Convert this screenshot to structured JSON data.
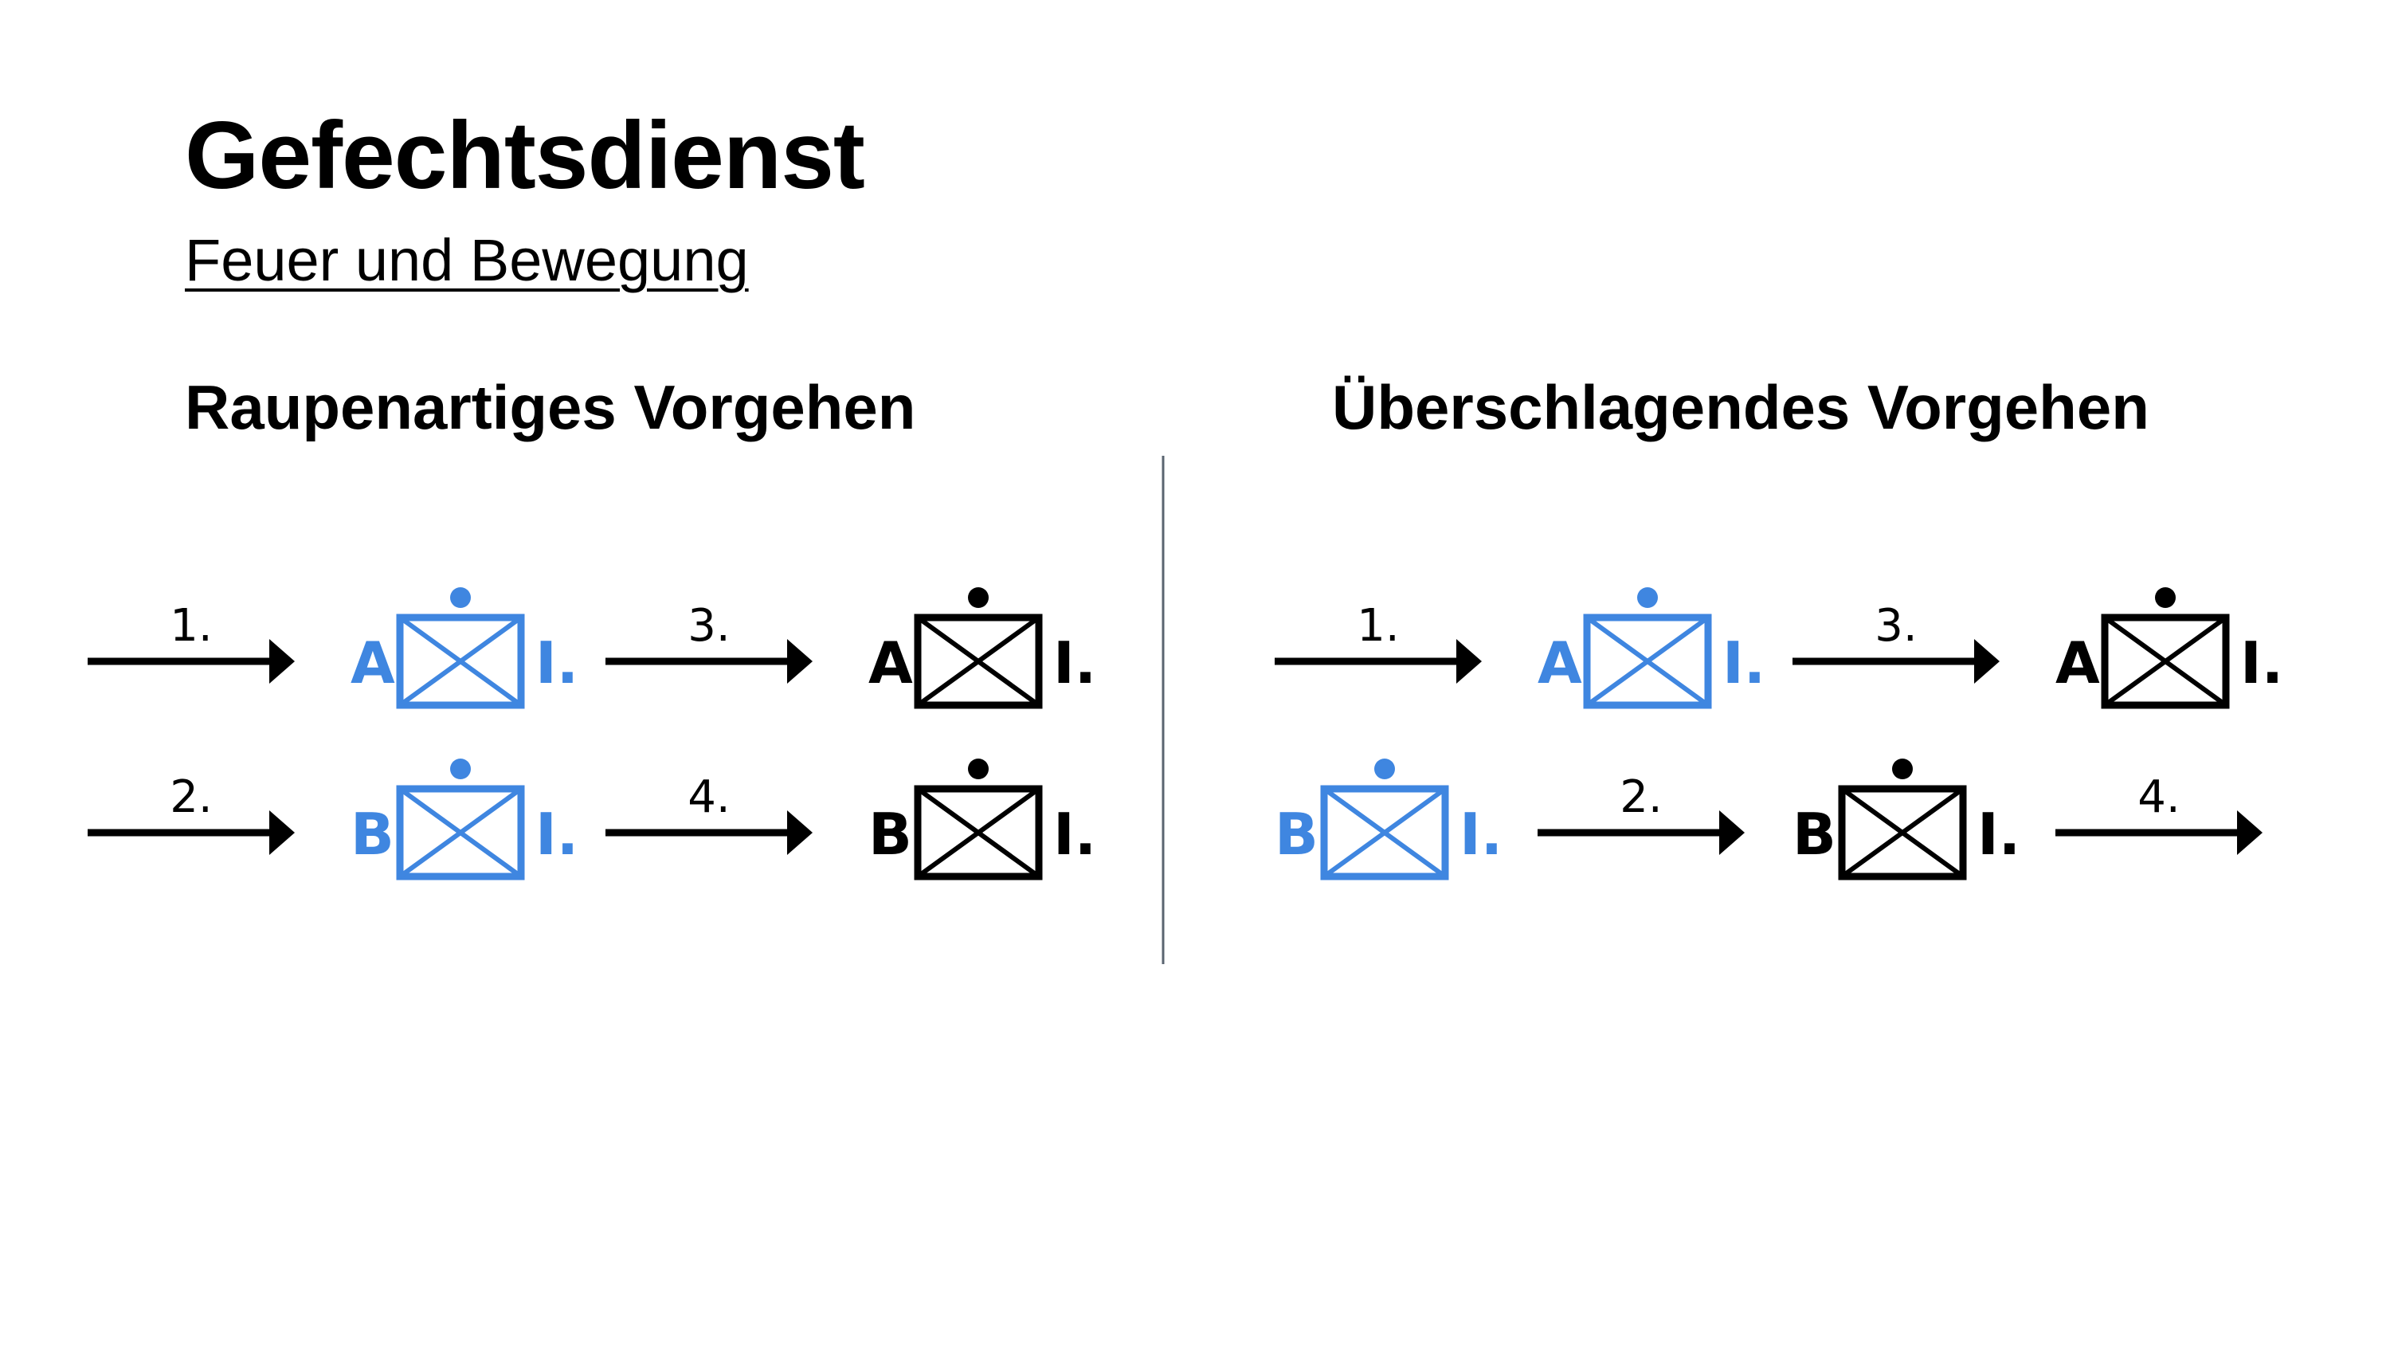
{
  "header": {
    "title": "Gefechtsdienst",
    "subtitle": "Feuer und Bewegung"
  },
  "sections": [
    {
      "heading": "Raupenartiges Vorgehen",
      "rows": [
        [
          {
            "kind": "arrow",
            "step": "1."
          },
          {
            "kind": "unit",
            "letter": "A",
            "echelon": "I.",
            "color": "blue"
          },
          {
            "kind": "arrow",
            "step": "3."
          },
          {
            "kind": "unit",
            "letter": "A",
            "echelon": "I.",
            "color": "black"
          }
        ],
        [
          {
            "kind": "arrow",
            "step": "2."
          },
          {
            "kind": "unit",
            "letter": "B",
            "echelon": "I.",
            "color": "blue"
          },
          {
            "kind": "arrow",
            "step": "4."
          },
          {
            "kind": "unit",
            "letter": "B",
            "echelon": "I.",
            "color": "black"
          }
        ]
      ]
    },
    {
      "heading": "Überschlagendes Vorgehen",
      "rows": [
        [
          {
            "kind": "arrow",
            "step": "1."
          },
          {
            "kind": "unit",
            "letter": "A",
            "echelon": "I.",
            "color": "blue"
          },
          {
            "kind": "arrow",
            "step": "3."
          },
          {
            "kind": "unit",
            "letter": "A",
            "echelon": "I.",
            "color": "black"
          }
        ],
        [
          {
            "kind": "unit",
            "letter": "B",
            "echelon": "I.",
            "color": "blue"
          },
          {
            "kind": "arrow",
            "step": "2."
          },
          {
            "kind": "unit",
            "letter": "B",
            "echelon": "I.",
            "color": "black"
          },
          {
            "kind": "arrow",
            "step": "4."
          }
        ]
      ]
    }
  ],
  "colors": {
    "blue": "#3f86e0",
    "black": "#000000",
    "divider": "#5a6470"
  }
}
